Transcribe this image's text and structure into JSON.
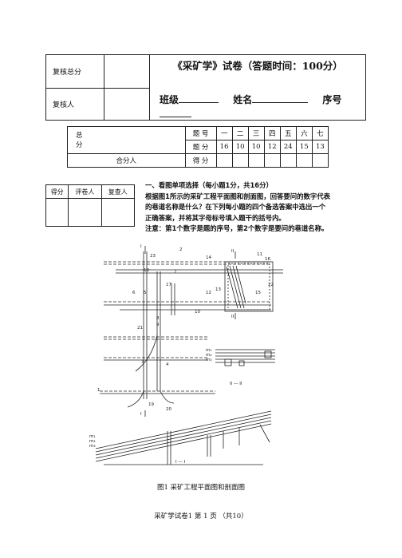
{
  "header": {
    "review_total_label": "复核总分",
    "reviewer_label": "复核人",
    "exam_title": "《采矿学》试卷（答题时间：100分）",
    "class_label": "班级",
    "name_label": "姓名",
    "seq_label": "序号"
  },
  "score_table": {
    "total_label": "总分",
    "row1_label": "题  号",
    "row2_label": "题  分",
    "row3_label": "得  分",
    "grader_label": "合分人",
    "questions": [
      "一",
      "二",
      "三",
      "四",
      "五",
      "六",
      "七"
    ],
    "points": [
      "16",
      "10",
      "10",
      "12",
      "24",
      "15",
      "13"
    ]
  },
  "grader_box": {
    "score": "得分",
    "reviewer": "评卷人",
    "checker": "复查人"
  },
  "question1": {
    "heading": "一、看图单项选择（每小题1分，共16分）",
    "line1": "根据图1所示的采矿工程平面图和剖面图，回答要问的数字代表",
    "line2": "的巷道名称是什么？在下列每小题的四个备选答案中选出一个",
    "line3": "正确答案，并将其字母标号填入题干的括号内。",
    "note": "注意：第1个数字是题的序号，第2个数字是要问的巷道名称。"
  },
  "figure": {
    "caption": "图1  采矿工程平面图和剖面图",
    "labels": {
      "sec1": "I",
      "sec1b": "I",
      "sec2": "II",
      "sec2b": "II",
      "sec3": "II — II",
      "sec4": "I — I",
      "m1": "m₁",
      "m2": "m₂",
      "m3": "m₃",
      "n1": "1",
      "n2": "2",
      "n3": "3",
      "n4": "4",
      "n5": "5",
      "n6": "6",
      "n7": "7",
      "n8": "8",
      "n9": "9",
      "n10": "10",
      "n11": "11",
      "n12": "12",
      "n13": "13",
      "n14": "14",
      "n15": "15",
      "n16": "16",
      "n17": "17",
      "n18": "18",
      "n19": "19",
      "n20": "20",
      "n21": "21",
      "n22": "22",
      "n23": "23"
    }
  },
  "footer": "采矿学试卷1  第  1  页  （共10）"
}
